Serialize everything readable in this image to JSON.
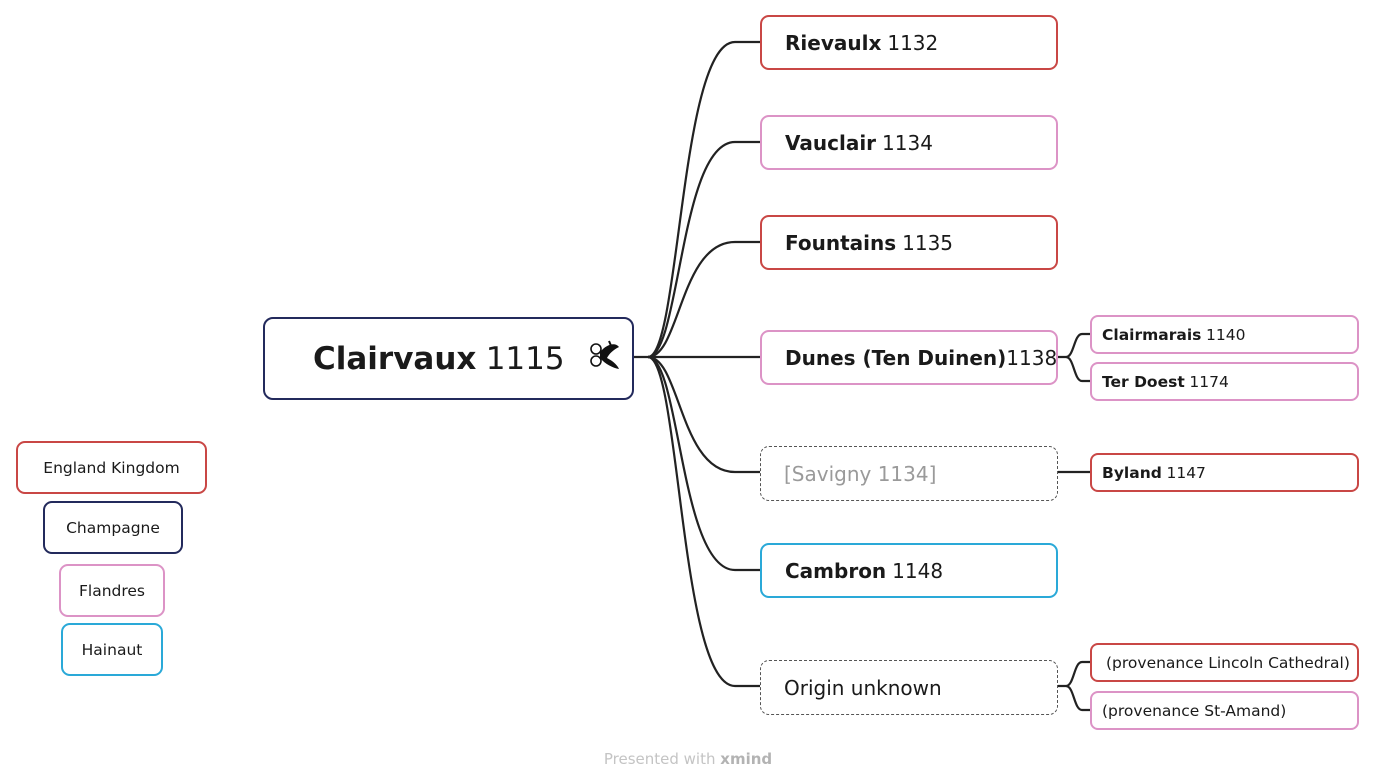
{
  "root": {
    "name": "Clairvaux",
    "year": "1115",
    "icon": "pretzel-knot-icon"
  },
  "branches": [
    {
      "id": "rievaulx",
      "name": "Rievaulx",
      "year": "1132",
      "color": "England"
    },
    {
      "id": "vauclair",
      "name": "Vauclair",
      "year": "1134",
      "color": "Flandres"
    },
    {
      "id": "fountains",
      "name": "Fountains",
      "year": "1135",
      "color": "England"
    },
    {
      "id": "dunes",
      "name": "Dunes (Ten Duinen)",
      "year": "1138",
      "color": "Flandres",
      "children": [
        {
          "name": "Clairmarais",
          "year": "1140",
          "color": "Flandres"
        },
        {
          "name": "Ter Doest",
          "year": "1174",
          "color": "Flandres"
        }
      ]
    },
    {
      "id": "savigny",
      "label": "[Savigny 1134]",
      "style": "dashed",
      "children": [
        {
          "name": "Byland",
          "year": "1147",
          "color": "England"
        }
      ]
    },
    {
      "id": "cambron",
      "name": "Cambron",
      "year": "1148",
      "color": "Hainaut"
    },
    {
      "id": "origin",
      "label": "Origin unknown",
      "style": "dashed",
      "children": [
        {
          "label": "(provenance Lincoln Cathedral)",
          "color": "England"
        },
        {
          "label": "(provenance St-Amand)",
          "color": "Flandres"
        }
      ]
    }
  ],
  "legend": [
    {
      "label": "England Kingdom",
      "color": "#c94745"
    },
    {
      "label": "Champagne",
      "color": "#232a5c"
    },
    {
      "label": "Flandres",
      "color": "#dc93c6"
    },
    {
      "label": "Hainaut",
      "color": "#2aa9d8"
    }
  ],
  "footer": {
    "prefix": "Presented with",
    "brand": "xmind"
  }
}
